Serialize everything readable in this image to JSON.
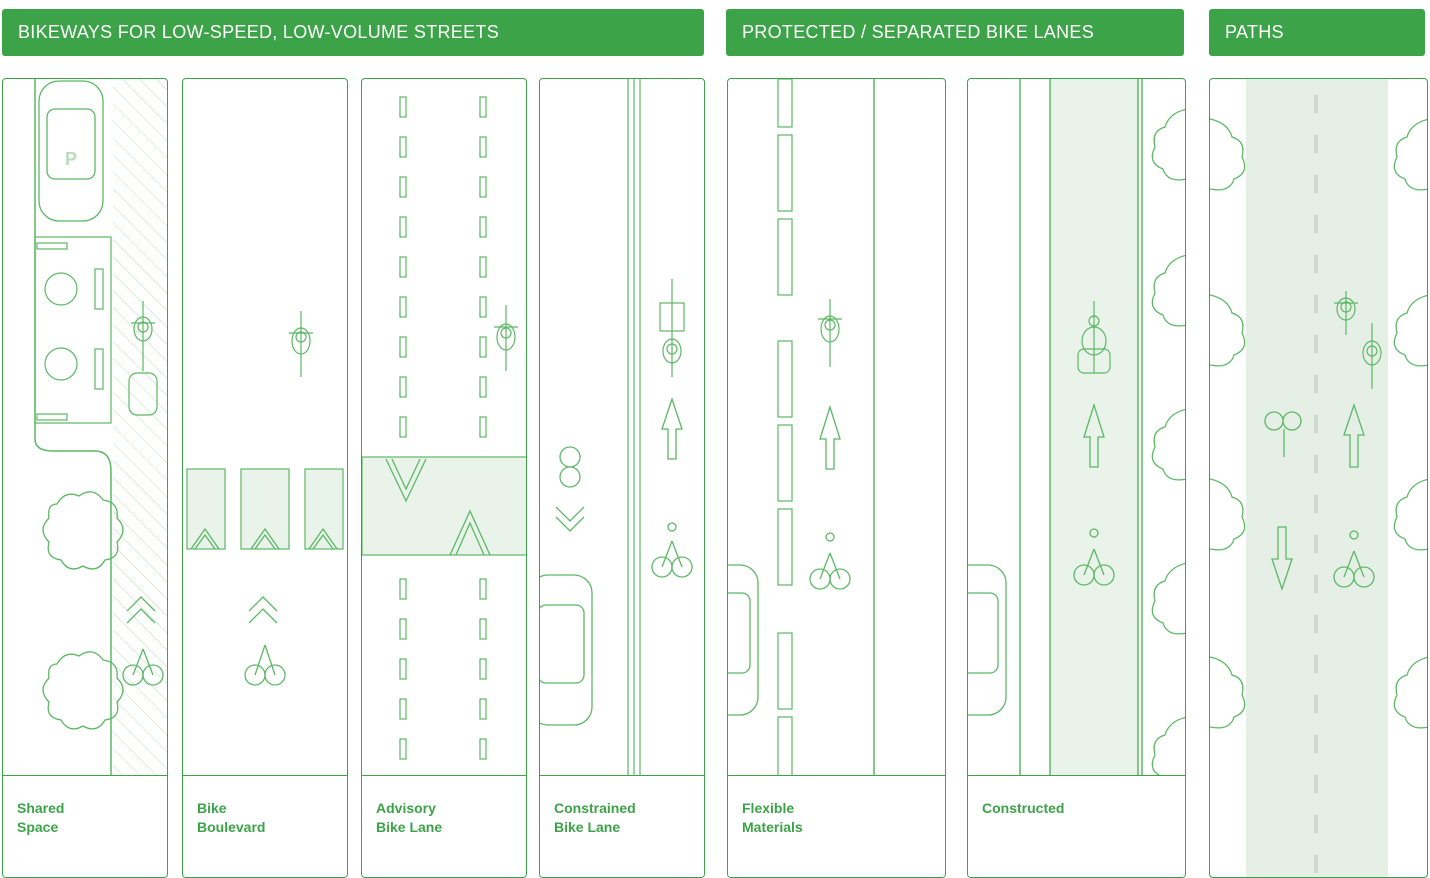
{
  "headers": {
    "low_speed": "BIKEWAYS FOR LOW-SPEED, LOW-VOLUME STREETS",
    "protected": "PROTECTED / SEPARATED BIKE LANES",
    "paths": "PATHS"
  },
  "panels": [
    {
      "line1": "Shared",
      "line2": "Space"
    },
    {
      "line1": "Bike",
      "line2": "Boulevard"
    },
    {
      "line1": "Advisory",
      "line2": "Bike Lane"
    },
    {
      "line1": "Constrained",
      "line2": "Bike Lane"
    },
    {
      "line1": "Flexible",
      "line2": "Materials"
    },
    {
      "line1": "Constructed",
      "line2": ""
    }
  ],
  "parking_mark": "P",
  "colors": {
    "green": "#3ca349",
    "line": "#5cb865",
    "light_fill": "#e9f3ea",
    "path_fill": "#e6efe6",
    "path_dash": "#cfd9cf"
  }
}
